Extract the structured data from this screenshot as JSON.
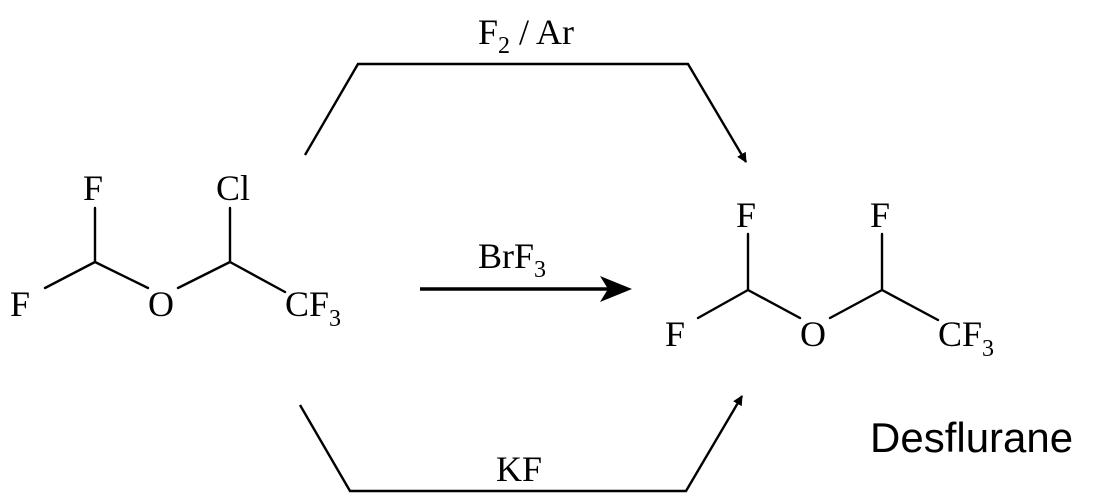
{
  "reactant": {
    "atoms": {
      "f_top": "F",
      "cl_top": "Cl",
      "f_left": "F",
      "o": "O",
      "cf3_main": "CF",
      "cf3_sub": "3"
    }
  },
  "product": {
    "atoms": {
      "f_top_left": "F",
      "f_top_right": "F",
      "f_left": "F",
      "o": "O",
      "cf3_main": "CF",
      "cf3_sub": "3"
    },
    "name": "Desflurane"
  },
  "reagents": {
    "top": {
      "main": "F",
      "sub": "2",
      "rest": " / Ar"
    },
    "middle": {
      "main": "BrF",
      "sub": "3"
    },
    "bottom": {
      "main": "KF"
    }
  }
}
